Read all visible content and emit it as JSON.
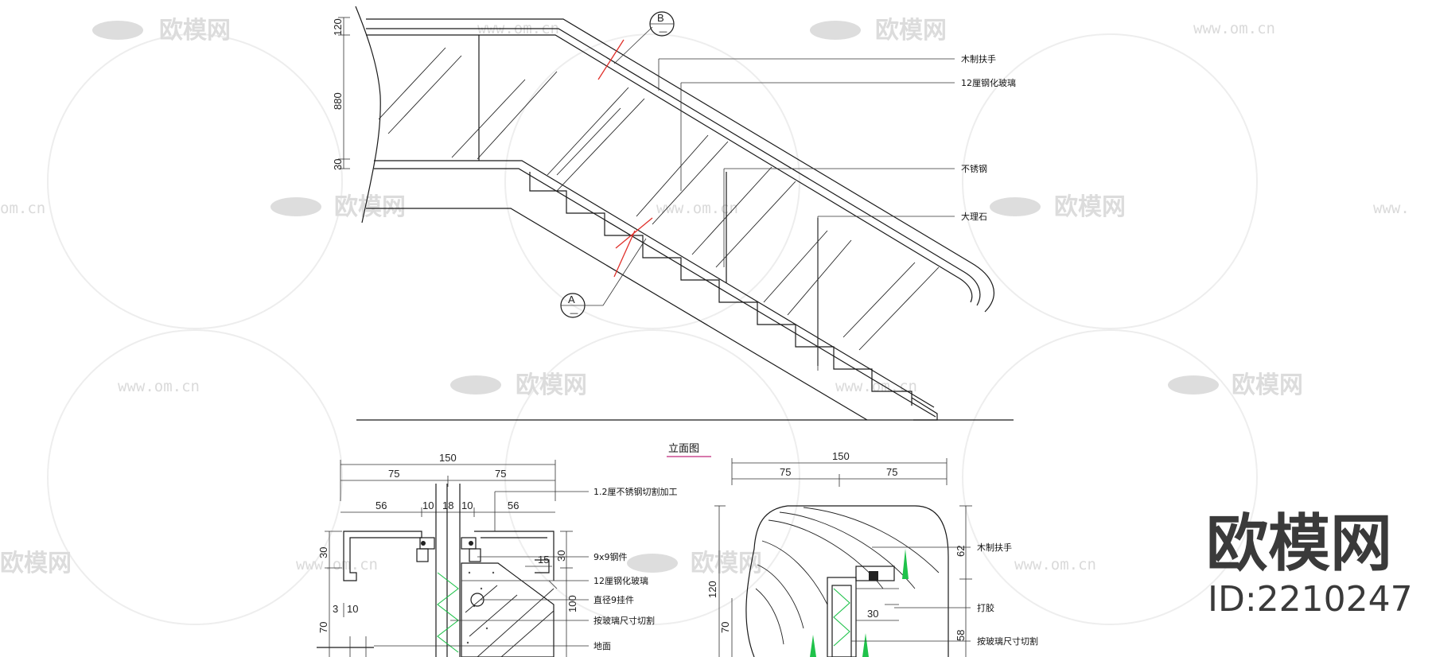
{
  "watermark": {
    "logo_text": "欧模网",
    "url_text": "www.om.cn",
    "url_text_partial_left": "om.cn",
    "url_text_partial_right": "www."
  },
  "branding": {
    "name": "欧模网",
    "id_text": "ID:2210247"
  },
  "elevation": {
    "title": "立面图",
    "dimensions": [
      "120",
      "880",
      "30"
    ],
    "callouts": [
      {
        "id": "wood_handrail",
        "text": "木制扶手"
      },
      {
        "id": "tempered_glass",
        "text": "12厘钢化玻璃"
      },
      {
        "id": "stainless",
        "text": "不锈钢"
      },
      {
        "id": "marble",
        "text": "大理石"
      }
    ],
    "section_marks": [
      {
        "letter": "B",
        "sub": "—"
      },
      {
        "letter": "A",
        "sub": "—"
      }
    ]
  },
  "detail_a": {
    "dims_top": [
      "150",
      "75",
      "75"
    ],
    "dims_second": [
      "56",
      "10",
      "18",
      "10",
      "56"
    ],
    "dims_left": [
      "30",
      "3",
      "10",
      "70"
    ],
    "dims_right": [
      "30",
      "15",
      "100"
    ],
    "callouts": [
      {
        "id": "s_steel_cut",
        "text": "1.2厘不锈钢切割加工"
      },
      {
        "id": "steel_piece",
        "text": "9x9钢件"
      },
      {
        "id": "glass",
        "text": "12厘钢化玻璃"
      },
      {
        "id": "hanger",
        "text": "直径9挂件"
      },
      {
        "id": "cut_by_glass",
        "text": "按玻璃尺寸切割"
      },
      {
        "id": "floor",
        "text": "地面"
      }
    ]
  },
  "detail_b": {
    "dims_top": [
      "150",
      "75",
      "75"
    ],
    "dims_left": [
      "120",
      "70"
    ],
    "dims_right": [
      "62",
      "30",
      "58"
    ],
    "callouts": [
      {
        "id": "wood_handrail",
        "text": "木制扶手"
      },
      {
        "id": "glue",
        "text": "打胶"
      },
      {
        "id": "cut_by_glass",
        "text": "按玻璃尺寸切割"
      }
    ]
  },
  "colors": {
    "line": "#1a1a1a",
    "watermark": "#d9d9d9",
    "accent_red": "#e0302a",
    "accent_green": "#1fc24a",
    "title_underline": "#c0287a",
    "brand": "#3a3a3a"
  }
}
